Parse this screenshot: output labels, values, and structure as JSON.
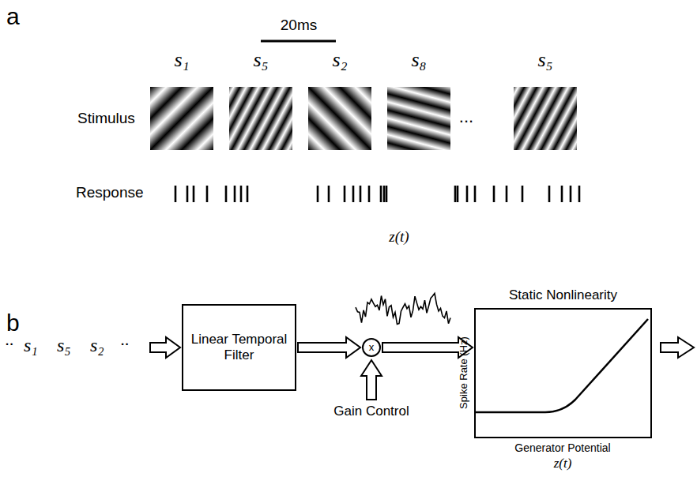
{
  "diagram": {
    "nodes": [
      {
        "text": [
          "Linear Temporal Filter"
        ]
      },
      {
        "text": [
          "x"
        ]
      },
      {
        "text": [
          "Static Nonlinearity"
        ]
      }
    ],
    "edges": [
      {
        "from": 0,
        "to": 1,
        "arrow": "to"
      },
      {
        "from": 1,
        "to": 2,
        "arrow": "to"
      }
    ],
    "labels": [
      "a",
      "20ms",
      "s₁",
      "s₅",
      "s₂",
      "s₈",
      "...",
      "s₅",
      "Stimulus",
      "Response",
      "b",
      "··",
      "s₁",
      "s₅",
      "s₂",
      "··",
      "z(t)",
      "Gain Control",
      "Spike Rate (Hz)",
      "Generator Potential",
      "z(t)"
    ]
  }
}
